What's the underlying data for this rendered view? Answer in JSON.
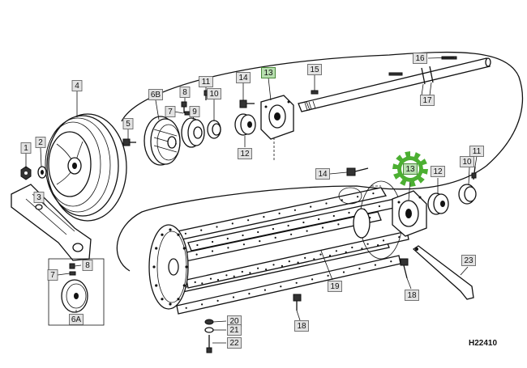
{
  "figure_ref": "H22410",
  "colors": {
    "highlight_gear": "#4caf32",
    "callout_fill": "#e2e2e2",
    "callout_highlight": "#b8dfb0"
  },
  "highlight_icon": "gear-icon",
  "callouts": [
    {
      "id": "c-1",
      "label": "1"
    },
    {
      "id": "c-2",
      "label": "2"
    },
    {
      "id": "c-3",
      "label": "3"
    },
    {
      "id": "c-4",
      "label": "4"
    },
    {
      "id": "c-5",
      "label": "5"
    },
    {
      "id": "c-6B",
      "label": "6B"
    },
    {
      "id": "c-7a",
      "label": "7"
    },
    {
      "id": "c-8a",
      "label": "8"
    },
    {
      "id": "c-9",
      "label": "9"
    },
    {
      "id": "c-10a",
      "label": "10"
    },
    {
      "id": "c-11a",
      "label": "11"
    },
    {
      "id": "c-14a",
      "label": "14"
    },
    {
      "id": "c-12a",
      "label": "12"
    },
    {
      "id": "c-13a",
      "label": "13"
    },
    {
      "id": "c-15",
      "label": "15"
    },
    {
      "id": "c-16",
      "label": "16"
    },
    {
      "id": "c-17",
      "label": "17"
    },
    {
      "id": "c-14b",
      "label": "14"
    },
    {
      "id": "c-13b",
      "label": "13"
    },
    {
      "id": "c-12b",
      "label": "12"
    },
    {
      "id": "c-11b",
      "label": "11"
    },
    {
      "id": "c-10b",
      "label": "10"
    },
    {
      "id": "c-7b",
      "label": "7"
    },
    {
      "id": "c-8b",
      "label": "8"
    },
    {
      "id": "c-6A",
      "label": "6A"
    },
    {
      "id": "c-19",
      "label": "19"
    },
    {
      "id": "c-18a",
      "label": "18"
    },
    {
      "id": "c-18b",
      "label": "18"
    },
    {
      "id": "c-23",
      "label": "23"
    },
    {
      "id": "c-20",
      "label": "20"
    },
    {
      "id": "c-21",
      "label": "21"
    },
    {
      "id": "c-22",
      "label": "22"
    }
  ]
}
